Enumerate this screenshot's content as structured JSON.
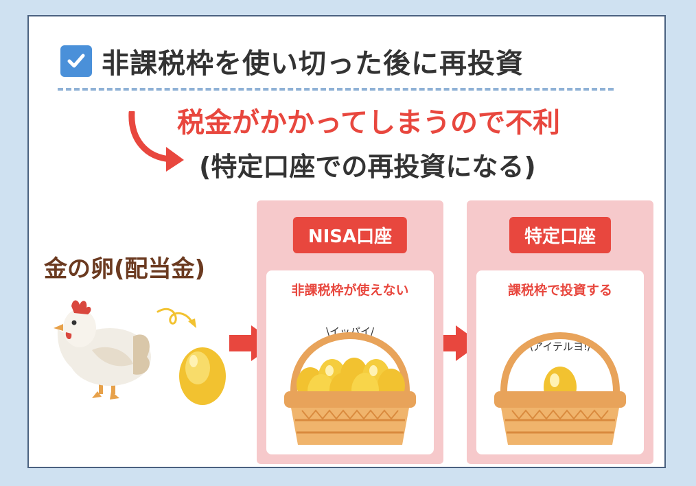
{
  "heading": "非課税枠を使い切った後に再投資",
  "warning": "税金がかかってしまうので不利",
  "note": "(特定口座での再投資になる)",
  "egg_label": "金の卵(配当金)",
  "panels": [
    {
      "tab": "NISA口座",
      "caption": "非課税枠が使えない",
      "voice": "\\イッパイ/"
    },
    {
      "tab": "特定口座",
      "caption": "課税枠で投資する",
      "voice": "\\アイテルヨ!/"
    }
  ],
  "icons": [
    "checkbox-icon",
    "curved-arrow-icon",
    "hen-icon",
    "squiggle-arrow-icon",
    "gold-egg-icon",
    "right-arrow-icon",
    "basket-icon"
  ],
  "colors": {
    "accent_red": "#e8473e",
    "panel_pink": "#f6c9cb",
    "gold": "#f2c230",
    "blue": "#4a90d9",
    "brown": "#6b3a20"
  }
}
